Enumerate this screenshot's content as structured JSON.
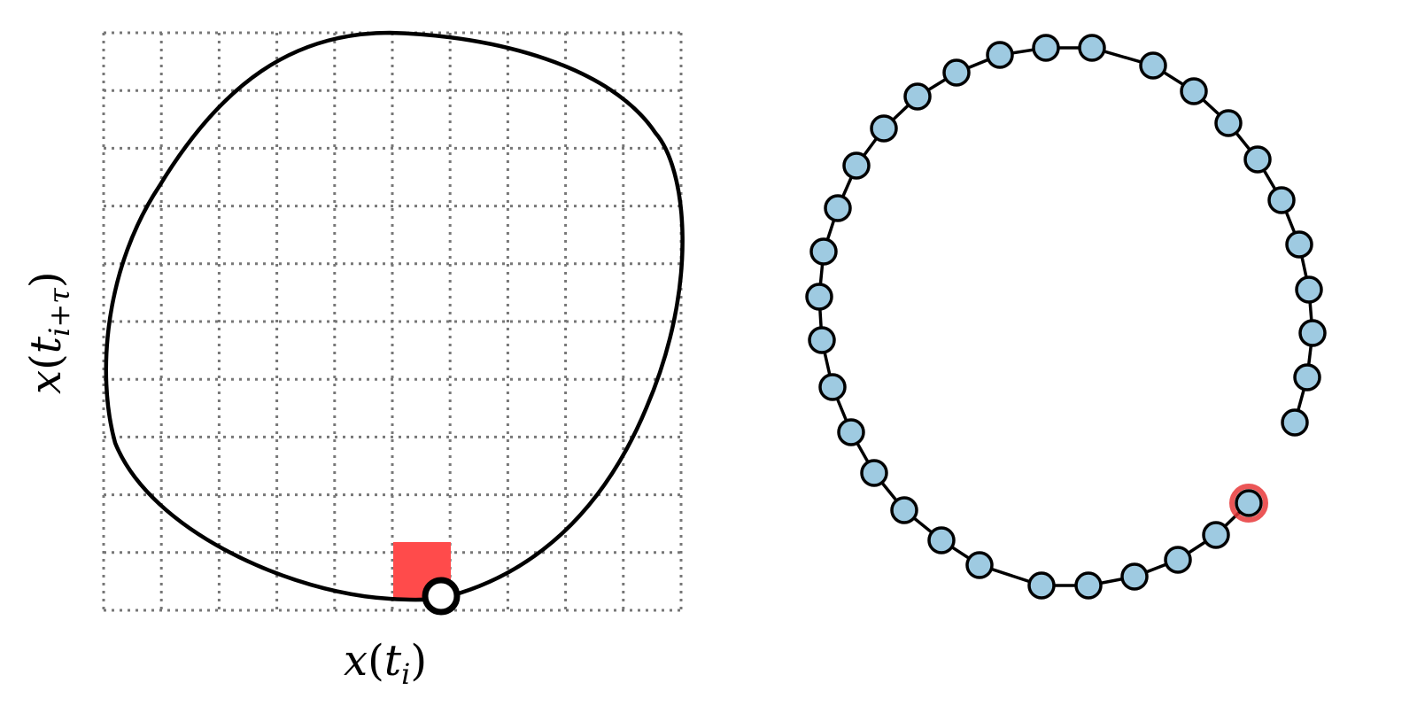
{
  "left_panel": {
    "xlabel": {
      "var": "x",
      "open": "(",
      "t": "t",
      "sub": "i",
      "close": ")"
    },
    "ylabel": {
      "var": "x",
      "open": "(",
      "t": "t",
      "sub": "i+τ",
      "close": ")"
    },
    "grid": "dotted",
    "curve": "closed-loop",
    "highlight_cell_color": "#ff4b4b",
    "marker": "open-circle"
  },
  "right_panel": {
    "node_color": "#9ecae1",
    "edge_color": "#000000",
    "highlight_ring_color": "#e8383a",
    "highlighted_node": "last"
  }
}
